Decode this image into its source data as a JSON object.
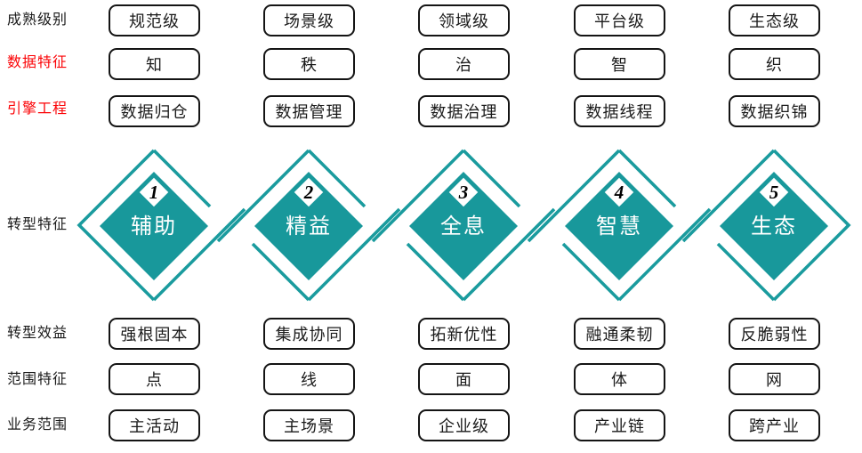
{
  "colors": {
    "teal": "#18989B",
    "teal_outline": "#1A9B9E",
    "label_red": "#FB0205",
    "box_border": "#141414",
    "background": "#FFFFFF"
  },
  "row_labels": [
    {
      "label": "成熟级别",
      "color": "black"
    },
    {
      "label": "数据特征",
      "color": "red"
    },
    {
      "label": "引擎工程",
      "color": "red"
    },
    {
      "label": "转型特征",
      "color": "black"
    },
    {
      "label": "转型效益",
      "color": "black"
    },
    {
      "label": "范围特征",
      "color": "black"
    },
    {
      "label": "业务范围",
      "color": "black"
    }
  ],
  "top_rows": [
    {
      "name": "成熟级别",
      "cells": [
        "规范级",
        "场景级",
        "领域级",
        "平台级",
        "生态级"
      ]
    },
    {
      "name": "数据特征",
      "cells": [
        "知",
        "秩",
        "治",
        "智",
        "织"
      ]
    },
    {
      "name": "引擎工程",
      "cells": [
        "数据归仓",
        "数据管理",
        "数据治理",
        "数据线程",
        "数据织锦"
      ]
    }
  ],
  "diamonds": [
    {
      "number": "1",
      "label": "辅助"
    },
    {
      "number": "2",
      "label": "精益"
    },
    {
      "number": "3",
      "label": "全息"
    },
    {
      "number": "4",
      "label": "智慧"
    },
    {
      "number": "5",
      "label": "生态"
    }
  ],
  "bottom_rows": [
    {
      "name": "转型效益",
      "cells": [
        "强根固本",
        "集成协同",
        "拓新优性",
        "融通柔韧",
        "反脆弱性"
      ]
    },
    {
      "name": "范围特征",
      "cells": [
        "点",
        "线",
        "面",
        "体",
        "网"
      ]
    },
    {
      "name": "业务范围",
      "cells": [
        "主活动",
        "主场景",
        "企业级",
        "产业链",
        "跨产业"
      ]
    }
  ]
}
